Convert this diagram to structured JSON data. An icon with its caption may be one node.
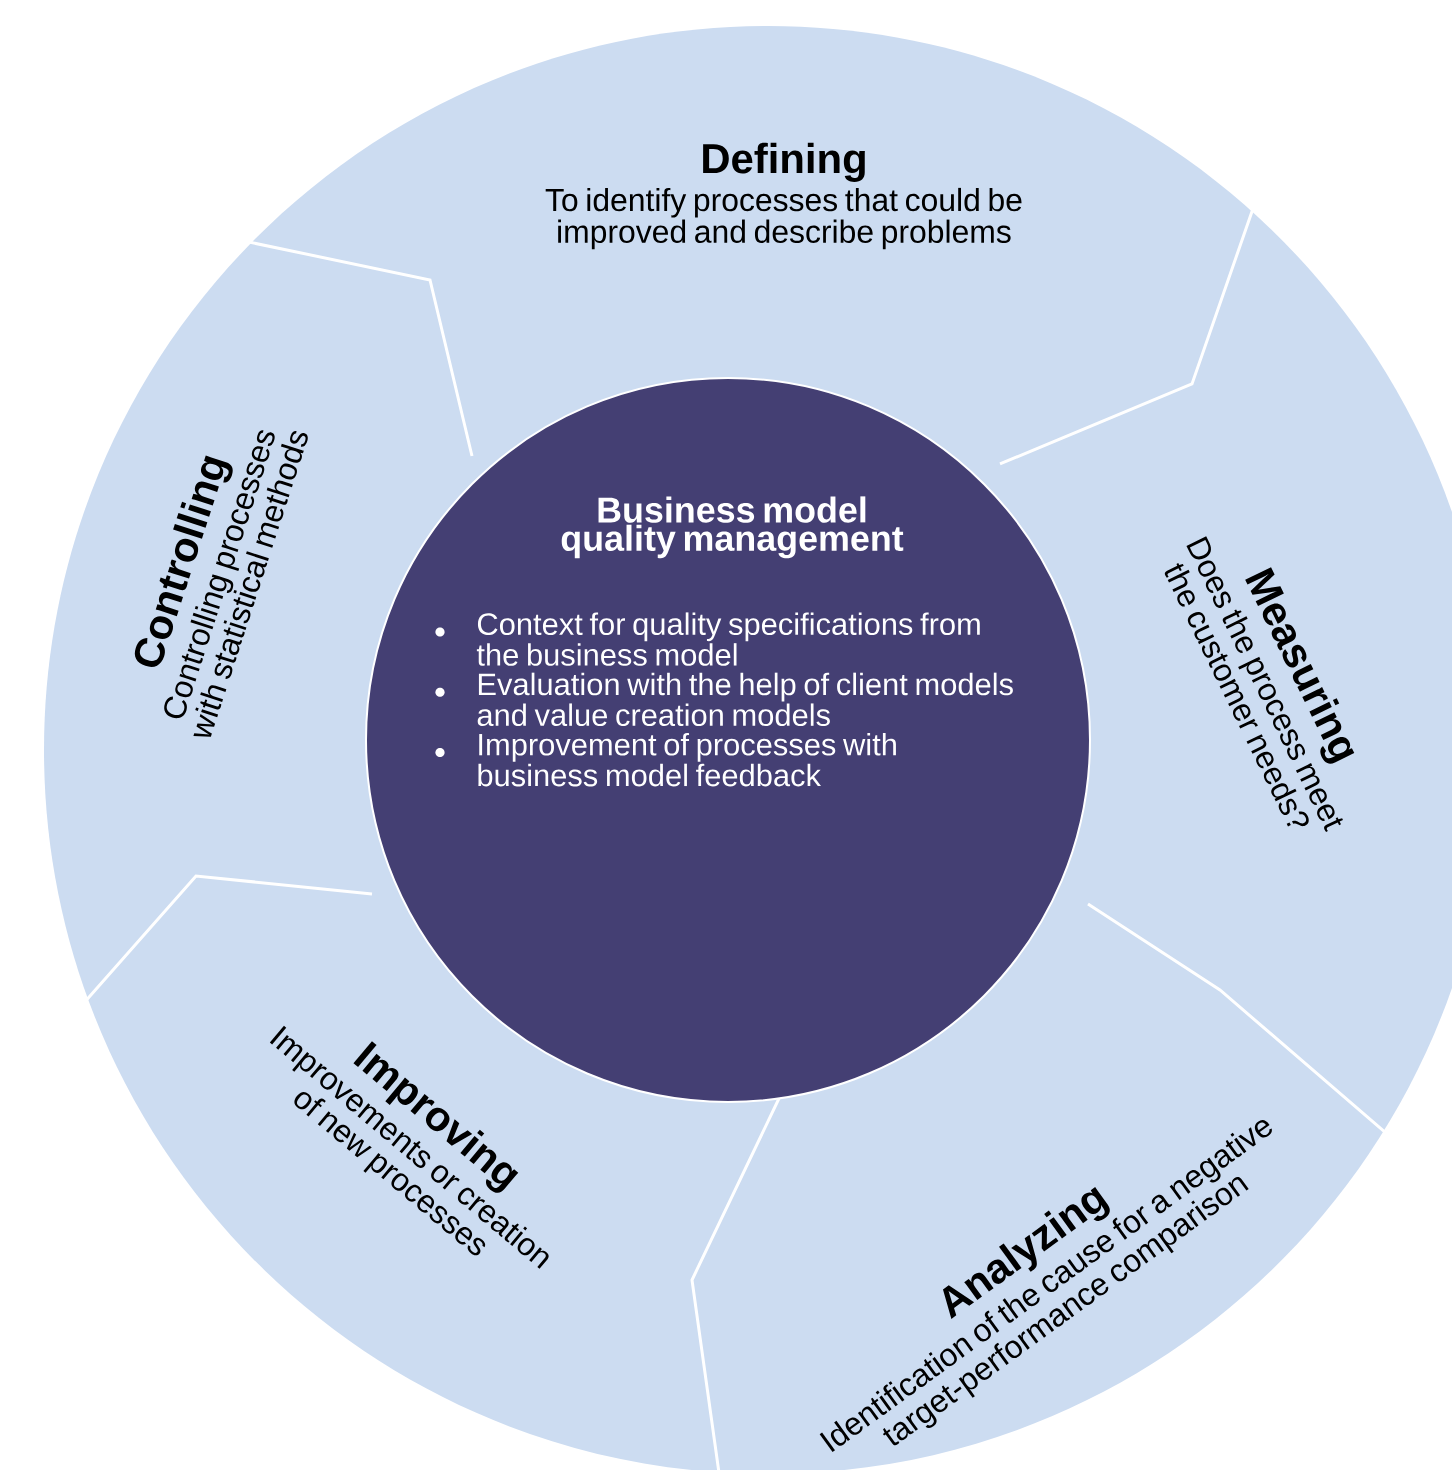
{
  "diagram": {
    "nodes": [
      {
        "text": [
          "Defining",
          "To identify processes that could be improved and describe problems"
        ]
      },
      {
        "text": [
          "Measuring",
          "Does the process meet the customer needs?"
        ]
      },
      {
        "text": [
          "Analyzing",
          "Identification of the cause for a negative target-performance comparison"
        ]
      },
      {
        "text": [
          "Improving",
          "Improvements or creation of new processes"
        ]
      },
      {
        "text": [
          "Controlling",
          "Controlling processes with statistical methods"
        ]
      },
      {
        "text": [
          "Business model quality management",
          "Context for quality specifications from the business model",
          "Evaluation with the help of client models and value creation models",
          "Improvement of processes with business model feedback"
        ]
      }
    ]
  }
}
